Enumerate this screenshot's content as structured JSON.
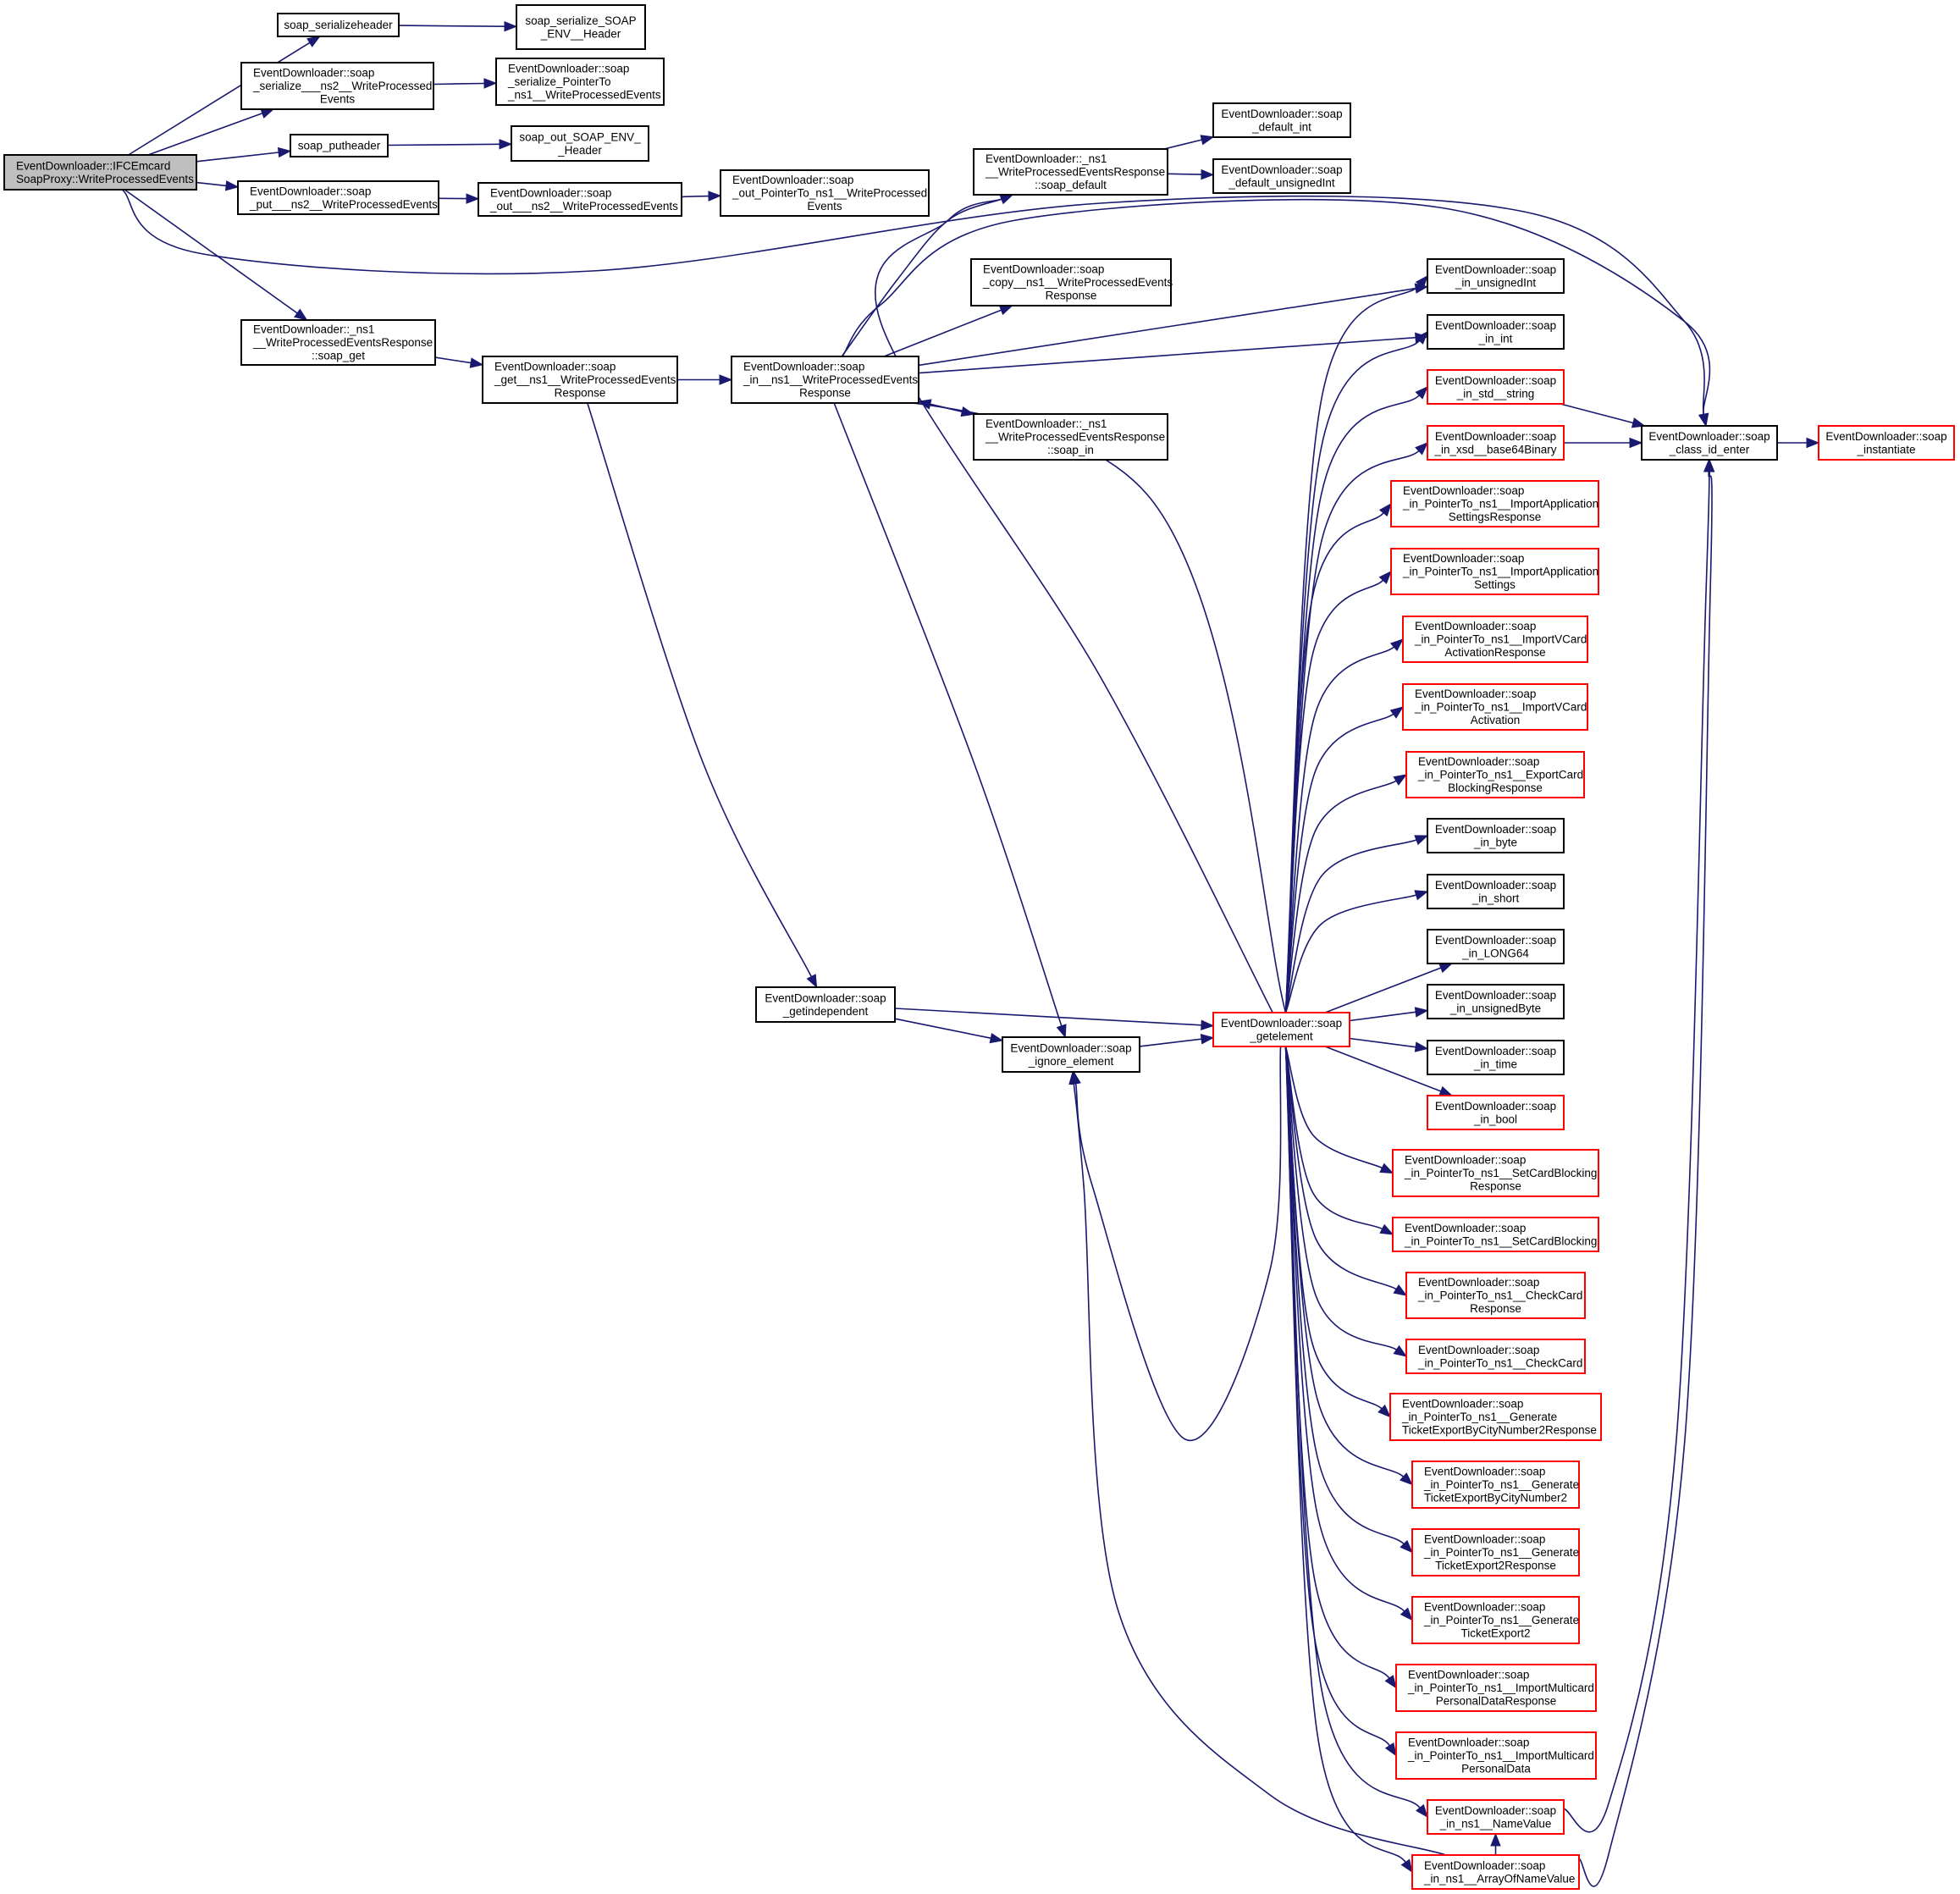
{
  "title": "Call graph of EventDownloader::IFCEmcardSoapProxy::WriteProcessedEvents",
  "colors": {
    "edge": "#191970",
    "border_default": "#000000",
    "border_incomplete": "#ff0000",
    "root_fill": "#bfbfbf",
    "node_fill": "#ffffff"
  },
  "nodes": [
    {
      "id": "root",
      "lines": [
        "EventDownloader::IFCEmcard",
        "SoapProxy::WriteProcessedEvents"
      ],
      "style": "root",
      "align": "left"
    },
    {
      "id": "serializeheader",
      "lines": [
        "soap_serializeheader"
      ],
      "style": "normal"
    },
    {
      "id": "serialize_env_header",
      "lines": [
        "soap_serialize_SOAP",
        "_ENV__Header"
      ],
      "style": "normal"
    },
    {
      "id": "serialize_ns2",
      "lines": [
        "EventDownloader::soap",
        "_serialize___ns2__WriteProcessed",
        "Events"
      ],
      "style": "normal",
      "align": "mixed"
    },
    {
      "id": "serialize_pointerto",
      "lines": [
        "EventDownloader::soap",
        "_serialize_PointerTo",
        "_ns1__WriteProcessedEvents"
      ],
      "style": "normal",
      "align": "left"
    },
    {
      "id": "putheader",
      "lines": [
        "soap_putheader"
      ],
      "style": "normal"
    },
    {
      "id": "out_env_header",
      "lines": [
        "soap_out_SOAP_ENV_",
        "_Header"
      ],
      "style": "normal"
    },
    {
      "id": "put_ns2",
      "lines": [
        "EventDownloader::soap",
        "_put___ns2__WriteProcessedEvents"
      ],
      "style": "normal",
      "align": "left"
    },
    {
      "id": "out_ns2",
      "lines": [
        "EventDownloader::soap",
        "_out___ns2__WriteProcessedEvents"
      ],
      "style": "normal",
      "align": "left"
    },
    {
      "id": "out_pointerto",
      "lines": [
        "EventDownloader::soap",
        "_out_PointerTo_ns1__WriteProcessed",
        "Events"
      ],
      "style": "normal",
      "align": "mixed"
    },
    {
      "id": "soap_default",
      "lines": [
        "EventDownloader::_ns1",
        "__WriteProcessedEventsResponse",
        "::soap_default"
      ],
      "style": "normal",
      "align": "mixed"
    },
    {
      "id": "default_int",
      "lines": [
        "EventDownloader::soap",
        "_default_int"
      ],
      "style": "normal"
    },
    {
      "id": "default_unsignedint",
      "lines": [
        "EventDownloader::soap",
        "_default_unsignedInt"
      ],
      "style": "normal"
    },
    {
      "id": "soap_get",
      "lines": [
        "EventDownloader::_ns1",
        "__WriteProcessedEventsResponse",
        "::soap_get"
      ],
      "style": "normal",
      "align": "mixed"
    },
    {
      "id": "get_ns1",
      "lines": [
        "EventDownloader::soap",
        "_get__ns1__WriteProcessedEvents",
        "Response"
      ],
      "style": "normal",
      "align": "mixed"
    },
    {
      "id": "in_ns1_wpe",
      "lines": [
        "EventDownloader::soap",
        "_in__ns1__WriteProcessedEvents",
        "Response"
      ],
      "style": "normal",
      "align": "mixed"
    },
    {
      "id": "copy_ns1",
      "lines": [
        "EventDownloader::soap",
        "_copy__ns1__WriteProcessedEvents",
        "Response"
      ],
      "style": "normal",
      "align": "mixed"
    },
    {
      "id": "soap_in",
      "lines": [
        "EventDownloader::_ns1",
        "__WriteProcessedEventsResponse",
        "::soap_in"
      ],
      "style": "normal",
      "align": "mixed"
    },
    {
      "id": "in_unsignedint",
      "lines": [
        "EventDownloader::soap",
        "_in_unsignedInt"
      ],
      "style": "normal"
    },
    {
      "id": "in_int",
      "lines": [
        "EventDownloader::soap",
        "_in_int"
      ],
      "style": "normal"
    },
    {
      "id": "in_std_string",
      "lines": [
        "EventDownloader::soap",
        "_in_std__string"
      ],
      "style": "incomplete"
    },
    {
      "id": "in_xsd_base64",
      "lines": [
        "EventDownloader::soap",
        "_in_xsd__base64Binary"
      ],
      "style": "incomplete"
    },
    {
      "id": "class_id_enter",
      "lines": [
        "EventDownloader::soap",
        "_class_id_enter"
      ],
      "style": "normal"
    },
    {
      "id": "instantiate",
      "lines": [
        "EventDownloader::soap",
        "_instantiate"
      ],
      "style": "incomplete"
    },
    {
      "id": "in_import_app_settings_resp",
      "lines": [
        "EventDownloader::soap",
        "_in_PointerTo_ns1__ImportApplication",
        "SettingsResponse"
      ],
      "style": "incomplete",
      "align": "mixed"
    },
    {
      "id": "in_import_app_settings",
      "lines": [
        "EventDownloader::soap",
        "_in_PointerTo_ns1__ImportApplication",
        "Settings"
      ],
      "style": "incomplete",
      "align": "mixed"
    },
    {
      "id": "in_import_vcard_act_resp",
      "lines": [
        "EventDownloader::soap",
        "_in_PointerTo_ns1__ImportVCard",
        "ActivationResponse"
      ],
      "style": "incomplete",
      "align": "mixed"
    },
    {
      "id": "in_import_vcard_act",
      "lines": [
        "EventDownloader::soap",
        "_in_PointerTo_ns1__ImportVCard",
        "Activation"
      ],
      "style": "incomplete",
      "align": "mixed"
    },
    {
      "id": "in_export_card_blocking_resp",
      "lines": [
        "EventDownloader::soap",
        "_in_PointerTo_ns1__ExportCard",
        "BlockingResponse"
      ],
      "style": "incomplete",
      "align": "mixed"
    },
    {
      "id": "in_byte",
      "lines": [
        "EventDownloader::soap",
        "_in_byte"
      ],
      "style": "normal"
    },
    {
      "id": "in_short",
      "lines": [
        "EventDownloader::soap",
        "_in_short"
      ],
      "style": "normal"
    },
    {
      "id": "in_long64",
      "lines": [
        "EventDownloader::soap",
        "_in_LONG64"
      ],
      "style": "normal"
    },
    {
      "id": "in_unsignedbyte",
      "lines": [
        "EventDownloader::soap",
        "_in_unsignedByte"
      ],
      "style": "normal"
    },
    {
      "id": "in_time",
      "lines": [
        "EventDownloader::soap",
        "_in_time"
      ],
      "style": "normal"
    },
    {
      "id": "in_bool",
      "lines": [
        "EventDownloader::soap",
        "_in_bool"
      ],
      "style": "incomplete"
    },
    {
      "id": "in_set_card_blocking_resp",
      "lines": [
        "EventDownloader::soap",
        "_in_PointerTo_ns1__SetCardBlocking",
        "Response"
      ],
      "style": "incomplete",
      "align": "mixed"
    },
    {
      "id": "in_set_card_blocking",
      "lines": [
        "EventDownloader::soap",
        "_in_PointerTo_ns1__SetCardBlocking"
      ],
      "style": "incomplete",
      "align": "left"
    },
    {
      "id": "in_check_card_resp",
      "lines": [
        "EventDownloader::soap",
        "_in_PointerTo_ns1__CheckCard",
        "Response"
      ],
      "style": "incomplete",
      "align": "mixed"
    },
    {
      "id": "in_check_card",
      "lines": [
        "EventDownloader::soap",
        "_in_PointerTo_ns1__CheckCard"
      ],
      "style": "incomplete",
      "align": "left"
    },
    {
      "id": "in_gen_ticket_city2_resp",
      "lines": [
        "EventDownloader::soap",
        "_in_PointerTo_ns1__Generate",
        "TicketExportByCityNumber2Response"
      ],
      "style": "incomplete",
      "align": "left"
    },
    {
      "id": "in_gen_ticket_city2",
      "lines": [
        "EventDownloader::soap",
        "_in_PointerTo_ns1__Generate",
        "TicketExportByCityNumber2"
      ],
      "style": "incomplete",
      "align": "mixed"
    },
    {
      "id": "in_gen_ticket2_resp",
      "lines": [
        "EventDownloader::soap",
        "_in_PointerTo_ns1__Generate",
        "TicketExport2Response"
      ],
      "style": "incomplete",
      "align": "mixed"
    },
    {
      "id": "in_gen_ticket2",
      "lines": [
        "EventDownloader::soap",
        "_in_PointerTo_ns1__Generate",
        "TicketExport2"
      ],
      "style": "incomplete",
      "align": "mixed"
    },
    {
      "id": "in_import_multicard_resp",
      "lines": [
        "EventDownloader::soap",
        "_in_PointerTo_ns1__ImportMulticard",
        "PersonalDataResponse"
      ],
      "style": "incomplete",
      "align": "mixed"
    },
    {
      "id": "in_import_multicard",
      "lines": [
        "EventDownloader::soap",
        "_in_PointerTo_ns1__ImportMulticard",
        "PersonalData"
      ],
      "style": "incomplete",
      "align": "mixed"
    },
    {
      "id": "in_namevalue",
      "lines": [
        "EventDownloader::soap",
        "_in_ns1__NameValue"
      ],
      "style": "incomplete"
    },
    {
      "id": "in_array_namevalue",
      "lines": [
        "EventDownloader::soap",
        "_in_ns1__ArrayOfNameValue"
      ],
      "style": "incomplete",
      "align": "left"
    },
    {
      "id": "getindependent",
      "lines": [
        "EventDownloader::soap",
        "_getindependent"
      ],
      "style": "normal"
    },
    {
      "id": "ignore_element",
      "lines": [
        "EventDownloader::soap",
        "_ignore_element"
      ],
      "style": "normal"
    },
    {
      "id": "getelement",
      "lines": [
        "EventDownloader::soap",
        "_getelement"
      ],
      "style": "incomplete"
    }
  ],
  "edges": [
    [
      "root",
      "serializeheader"
    ],
    [
      "root",
      "serialize_ns2"
    ],
    [
      "root",
      "putheader"
    ],
    [
      "root",
      "put_ns2"
    ],
    [
      "root",
      "class_id_enter"
    ],
    [
      "root",
      "soap_get"
    ],
    [
      "serializeheader",
      "serialize_env_header"
    ],
    [
      "serialize_ns2",
      "serialize_pointerto"
    ],
    [
      "putheader",
      "out_env_header"
    ],
    [
      "put_ns2",
      "out_ns2"
    ],
    [
      "out_ns2",
      "out_pointerto"
    ],
    [
      "soap_get",
      "get_ns1"
    ],
    [
      "get_ns1",
      "in_ns1_wpe"
    ],
    [
      "get_ns1",
      "getindependent"
    ],
    [
      "in_ns1_wpe",
      "soap_default"
    ],
    [
      "in_ns1_wpe",
      "copy_ns1"
    ],
    [
      "in_ns1_wpe",
      "in_unsignedint"
    ],
    [
      "in_ns1_wpe",
      "in_int"
    ],
    [
      "in_ns1_wpe",
      "soap_in"
    ],
    [
      "in_ns1_wpe",
      "ignore_element"
    ],
    [
      "in_ns1_wpe",
      "class_id_enter"
    ],
    [
      "soap_in",
      "in_ns1_wpe"
    ],
    [
      "soap_default",
      "default_int"
    ],
    [
      "soap_default",
      "default_unsignedint"
    ],
    [
      "getindependent",
      "getelement"
    ],
    [
      "getindependent",
      "ignore_element"
    ],
    [
      "ignore_element",
      "getelement"
    ],
    [
      "getelement",
      "in_ns1_wpe"
    ],
    [
      "getelement",
      "soap_default"
    ],
    [
      "getelement",
      "in_unsignedint"
    ],
    [
      "getelement",
      "in_int"
    ],
    [
      "getelement",
      "in_std_string"
    ],
    [
      "getelement",
      "in_xsd_base64"
    ],
    [
      "getelement",
      "in_import_app_settings_resp"
    ],
    [
      "getelement",
      "in_import_app_settings"
    ],
    [
      "getelement",
      "in_import_vcard_act_resp"
    ],
    [
      "getelement",
      "in_import_vcard_act"
    ],
    [
      "getelement",
      "in_export_card_blocking_resp"
    ],
    [
      "getelement",
      "in_byte"
    ],
    [
      "getelement",
      "in_short"
    ],
    [
      "getelement",
      "in_long64"
    ],
    [
      "getelement",
      "in_unsignedbyte"
    ],
    [
      "getelement",
      "in_time"
    ],
    [
      "getelement",
      "in_bool"
    ],
    [
      "getelement",
      "in_set_card_blocking_resp"
    ],
    [
      "getelement",
      "in_set_card_blocking"
    ],
    [
      "getelement",
      "in_check_card_resp"
    ],
    [
      "getelement",
      "in_check_card"
    ],
    [
      "getelement",
      "in_gen_ticket_city2_resp"
    ],
    [
      "getelement",
      "in_gen_ticket_city2"
    ],
    [
      "getelement",
      "in_gen_ticket2_resp"
    ],
    [
      "getelement",
      "in_gen_ticket2"
    ],
    [
      "getelement",
      "in_import_multicard_resp"
    ],
    [
      "getelement",
      "in_import_multicard"
    ],
    [
      "getelement",
      "in_namevalue"
    ],
    [
      "getelement",
      "in_array_namevalue"
    ],
    [
      "getelement",
      "ignore_element"
    ],
    [
      "in_std_string",
      "class_id_enter"
    ],
    [
      "in_xsd_base64",
      "class_id_enter"
    ],
    [
      "class_id_enter",
      "instantiate"
    ],
    [
      "in_namevalue",
      "class_id_enter"
    ],
    [
      "in_array_namevalue",
      "class_id_enter"
    ],
    [
      "in_array_namevalue",
      "in_namevalue"
    ],
    [
      "in_array_namevalue",
      "ignore_element"
    ]
  ]
}
